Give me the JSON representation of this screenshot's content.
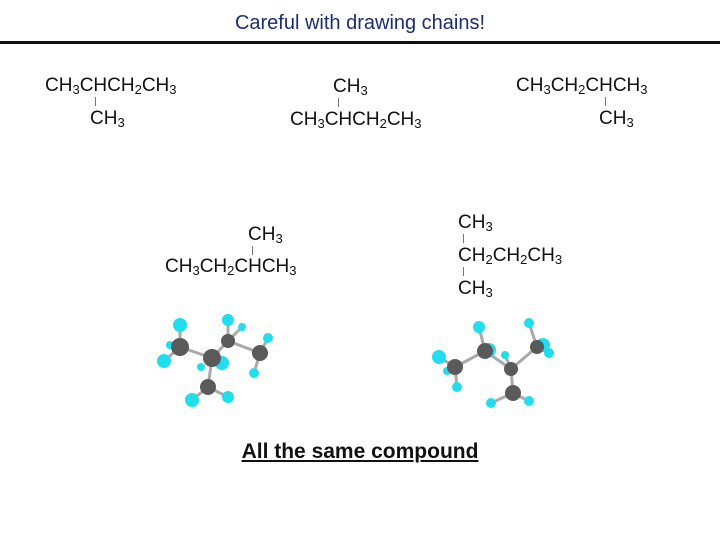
{
  "title": "Careful with drawing chains!",
  "caption": "All the same compound",
  "structures": [
    {
      "name": "structure-1",
      "rows": [
        {
          "parts": [
            "CH",
            "3",
            "CHCH",
            "2",
            "CH",
            "3"
          ]
        },
        {
          "parts": [
            "CH",
            "3"
          ]
        }
      ]
    },
    {
      "name": "structure-2",
      "rows": [
        {
          "parts": [
            "CH",
            "3"
          ]
        },
        {
          "parts": [
            "CH",
            "3",
            "CHCH",
            "2",
            "CH",
            "3"
          ]
        }
      ]
    },
    {
      "name": "structure-3",
      "rows": [
        {
          "parts": [
            "CH",
            "3",
            "CH",
            "2",
            "CHCH",
            "3"
          ]
        },
        {
          "parts": [
            "CH",
            "3"
          ]
        }
      ]
    },
    {
      "name": "structure-4",
      "rows": [
        {
          "parts": [
            "CH",
            "3"
          ]
        },
        {
          "parts": [
            "CH",
            "3",
            "CH",
            "2",
            "CHCH",
            "3"
          ]
        }
      ]
    },
    {
      "name": "structure-5",
      "rows": [
        {
          "parts": [
            "CH",
            "3"
          ]
        },
        {
          "parts": [
            "CH",
            "2",
            "CH",
            "2",
            "CH",
            "3"
          ]
        },
        {
          "parts": [
            "CH",
            "3"
          ]
        }
      ]
    }
  ],
  "colors": {
    "title": "#1a2d7a",
    "carbon": "#5a5a5a",
    "hydrogen": "#22ddee",
    "bond": "#aaaaaa"
  }
}
